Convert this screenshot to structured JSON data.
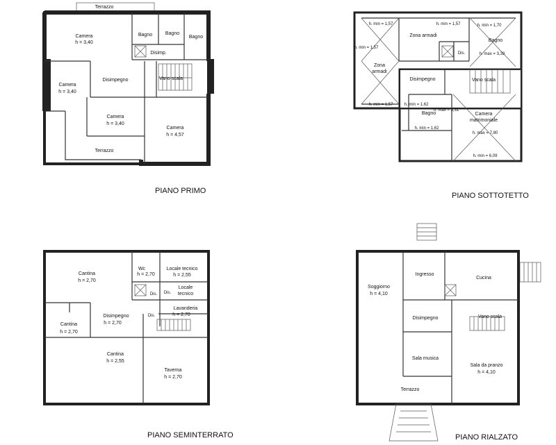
{
  "plans": {
    "primo": {
      "title": "PIANO PRIMO",
      "rooms": {
        "terrazzo_top": "Terrazzo",
        "camera1": "Camera",
        "camera1_h": "h = 3,40",
        "bagno1": "Bagno",
        "bagno2": "Bagno",
        "bagno3": "Bagno",
        "disimp_small": "Disimp.",
        "camera2": "Camera",
        "camera2_h": "h = 3,40",
        "disimpegno": "Disimpegno",
        "vano_scala": "Vano scala",
        "camera3": "Camera",
        "camera3_h": "h = 3,40",
        "camera4": "Camera",
        "camera4_h": "h = 4,57",
        "terrazzo_bottom": "Terrazzo"
      }
    },
    "sottotetto": {
      "title": "PIANO SOTTOTETTO",
      "rooms": {
        "hmin_157_a": "h. min = 1,57",
        "hmin_157_b": "h. min = 1,57",
        "hmin_170": "h. min = 1,70",
        "zona_armadi_top": "Zona armadi",
        "bagno_top": "Bagno",
        "hmax_333": "h. max = 3,33",
        "hmin_157_side": "h. min = 1,57",
        "zona_armadi_left_1": "Zona",
        "zona_armadi_left_2": "armadi",
        "dis": "Dis.",
        "disimpegno": "Disimpegno",
        "vano_scala": "Vano scala",
        "hmin_157_c": "h. min = 1,57",
        "hmin_162_side": "h. min = 1,62",
        "bagno_mid": "Bagno",
        "hmax_331": "h. max = 3,31",
        "hmin_162": "h. min = 1,62",
        "camera_1": "Camera",
        "camera_2": "matrimoniale",
        "hmax_780": "h. max = 7,80",
        "hmin_609": "h. min = 6,09"
      }
    },
    "seminterrato": {
      "title": "PIANO SEMINTERRATO",
      "rooms": {
        "cantina1": "Cantina",
        "cantina1_h": "h = 2,70",
        "wc": "Wc",
        "wc_h": "h = 2,70",
        "locale_tecnico1": "Locale tecnico",
        "locale_tecnico1_h": "h = 2,55",
        "locale_tecnico2_1": "Locale",
        "locale_tecnico2_2": "tecnico",
        "dis1": "Dis.",
        "dis2": "Dis.",
        "dis3": "Dis.",
        "lavanderia": "Lavanderia",
        "lavanderia_h": "h = 2,70",
        "cantina2": "Cantina",
        "cantina2_h": "h = 2,70",
        "disimpegno": "Disimpegno",
        "disimpegno_h": "h = 2,70",
        "cantina3": "Cantina",
        "cantina3_h": "h = 2,55",
        "taverna": "Taverna",
        "taverna_h": "h = 2,70"
      }
    },
    "rialzato": {
      "title": "PIANO RIALZATO",
      "rooms": {
        "ingresso": "Ingresso",
        "soggiorno": "Soggiorno",
        "soggiorno_h": "h = 4,10",
        "cucina": "Cucina",
        "disimpegno": "Disimpegno",
        "vano_scala": "Vano scala",
        "sala_musica": "Sala musica",
        "sala_pranzo": "Sala da pranzo",
        "sala_pranzo_h": "h = 4,10",
        "terrazzo": "Terrazzo"
      }
    }
  }
}
